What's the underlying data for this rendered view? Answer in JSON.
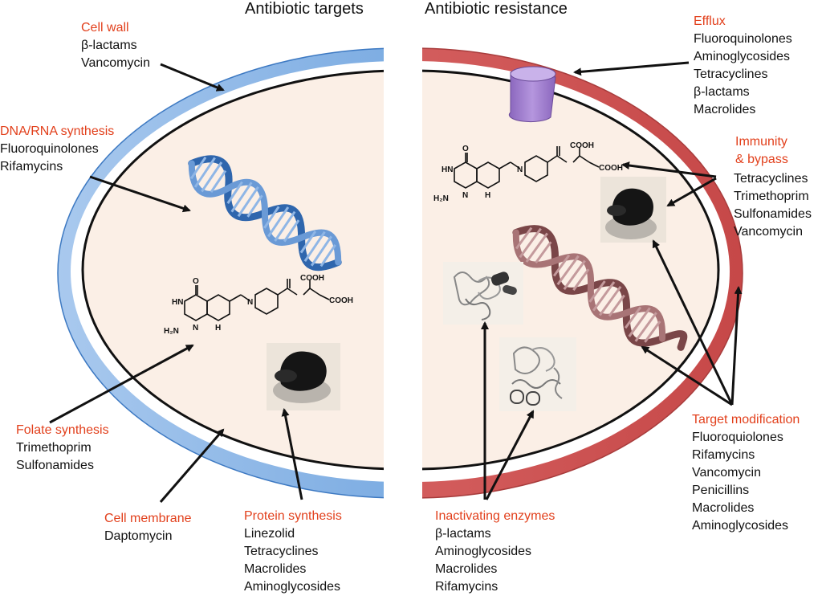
{
  "titles": {
    "left": "Antibiotic targets",
    "right": "Antibiotic resistance"
  },
  "colors": {
    "heading": "#e2401c",
    "left_membrane": "#5b96d8",
    "right_membrane": "#d35a5a",
    "cytoplasm": "#fbefe6",
    "efflux_pump": "#9a7ac8",
    "left_dna": "#3a72b8",
    "right_dna": "#8a5a5c"
  },
  "targets": {
    "cell_wall": {
      "heading": "Cell wall",
      "items": [
        "β-lactams",
        "Vancomycin"
      ]
    },
    "dna_rna": {
      "heading": "DNA/RNA synthesis",
      "items": [
        "Fluoroquinolones",
        "Rifamycins"
      ]
    },
    "folate": {
      "heading": "Folate synthesis",
      "items": [
        "Trimethoprim",
        "Sulfonamides"
      ]
    },
    "membrane": {
      "heading": "Cell membrane",
      "items": [
        "Daptomycin"
      ]
    },
    "protein": {
      "heading": "Protein synthesis",
      "items": [
        "Linezolid",
        "Tetracyclines",
        "Macrolides",
        "Aminoglycosides"
      ]
    }
  },
  "resistance": {
    "efflux": {
      "heading": "Efflux",
      "items": [
        "Fluoroquinolones",
        "Aminoglycosides",
        "Tetracyclines",
        "β-lactams",
        "Macrolides"
      ]
    },
    "immunity": {
      "heading_line1": "Immunity",
      "heading_line2": "& bypass",
      "items": [
        "Tetracyclines",
        "Trimethoprim",
        "Sulfonamides",
        "Vancomycin"
      ]
    },
    "target_mod": {
      "heading": "Target modification",
      "items": [
        "Fluoroquiolones",
        "Rifamycins",
        "Vancomycin",
        "Penicillins",
        "Macrolides",
        "Aminoglycosides"
      ]
    },
    "inactivating": {
      "heading": "Inactivating enzymes",
      "items": [
        "β-lactams",
        "Aminoglycosides",
        "Macrolides",
        "Rifamycins"
      ]
    }
  },
  "chem": {
    "o": "O",
    "hn": "HN",
    "nh": "H",
    "n": "N",
    "h2n": "H₂N",
    "cooh": "COOH",
    "hn_top": "H",
    "n_link": "N"
  }
}
